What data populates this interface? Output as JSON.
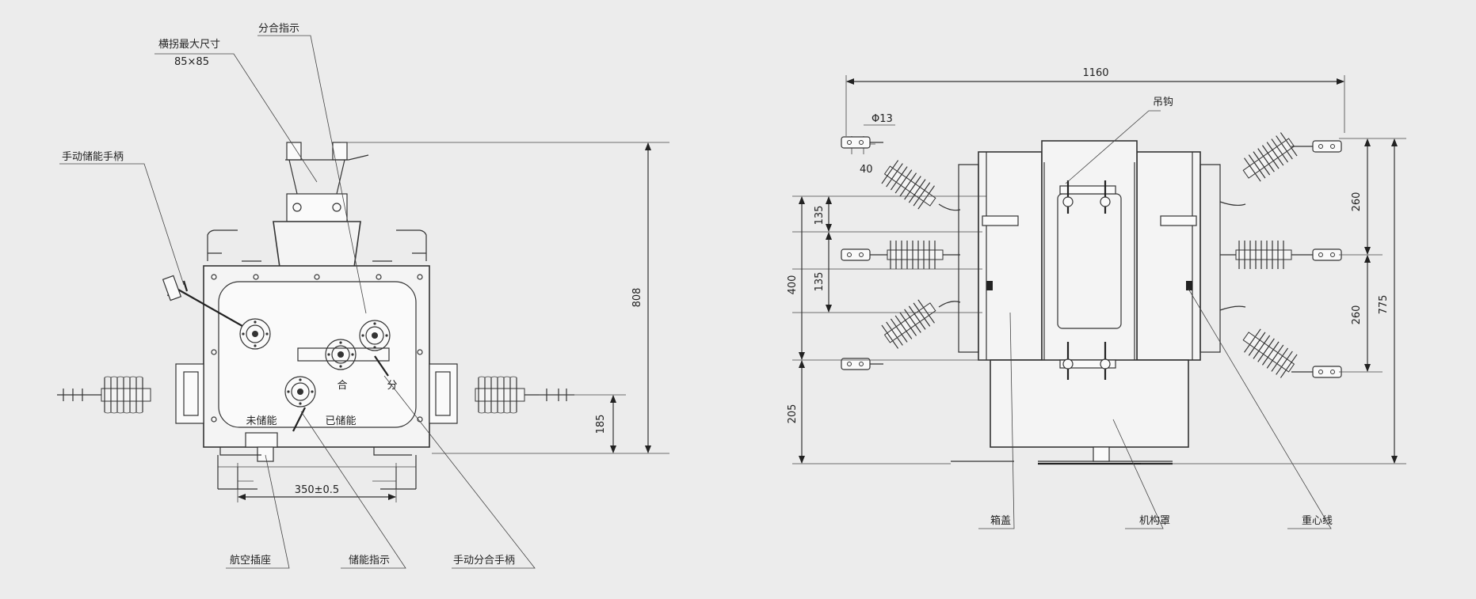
{
  "left_view": {
    "labels": {
      "handle_size": "横拐最大尺寸",
      "handle_size_value": "85×85",
      "open_close_indicator": "分合指示",
      "manual_storage_handle": "手动储能手柄",
      "close_mark": "合",
      "open_mark": "分",
      "not_stored": "未储能",
      "stored": "已储能",
      "aviation_socket": "航空插座",
      "storage_indicator": "储能指示",
      "manual_open_close_handle": "手动分合手柄"
    },
    "dimensions": {
      "height": "808",
      "bottom_height": "185",
      "mount_width": "350±0.5"
    }
  },
  "right_view": {
    "labels": {
      "hook": "吊钩",
      "box_cover": "箱盖",
      "mechanism_cover": "机构罩",
      "center_line": "重心线",
      "hole": "Φ13"
    },
    "dimensions": {
      "width": "1160",
      "hole_spacing": "40",
      "upper_pitch": "135",
      "lower_pitch": "135",
      "left_height": "400",
      "base_height": "205",
      "upper_right": "260",
      "lower_right": "260",
      "total_height": "775"
    }
  }
}
